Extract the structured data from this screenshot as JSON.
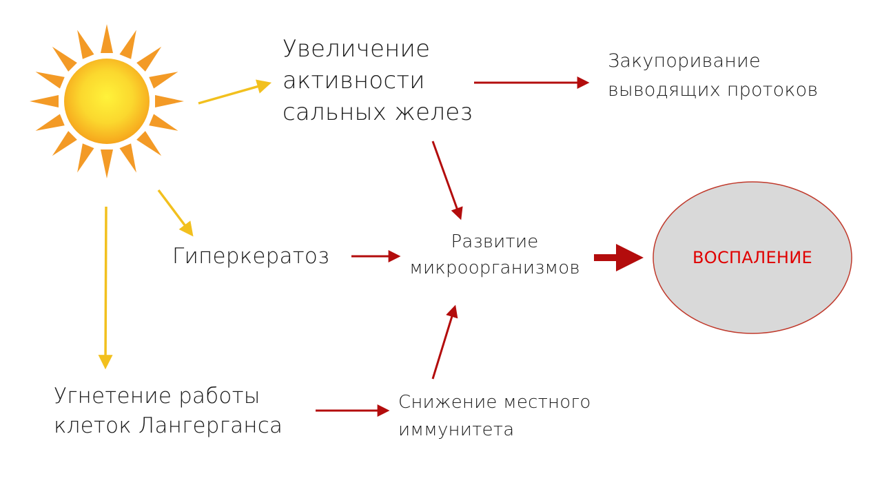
{
  "nodes": {
    "sebaceous": [
      "Увеличение",
      "активности",
      "сальных желез"
    ],
    "ducts": [
      "Закупоривание",
      "выводящих протоков"
    ],
    "hyperkeratosis": [
      "Гиперкератоз"
    ],
    "microorganisms": [
      "Развитие",
      "микроорганизмов"
    ],
    "langerhans": [
      "Угнетение работы",
      "клеток Лангерганса"
    ],
    "immunity": [
      "Снижение местного",
      "иммунитета"
    ],
    "inflammation": "ВОСПАЛЕНИЕ"
  },
  "colors": {
    "yellow_arrow": "#f2c01e",
    "red_arrow": "#b30c0c",
    "sun_ray": "#f39a26",
    "sun_core": "#fbe12f",
    "sun_edge": "#f7a81c",
    "ellipse_fill": "#d9d9d9",
    "ellipse_stroke": "#c0392b",
    "inflammation_text": "#e00000"
  },
  "icons": {
    "sun": "sun-icon"
  }
}
